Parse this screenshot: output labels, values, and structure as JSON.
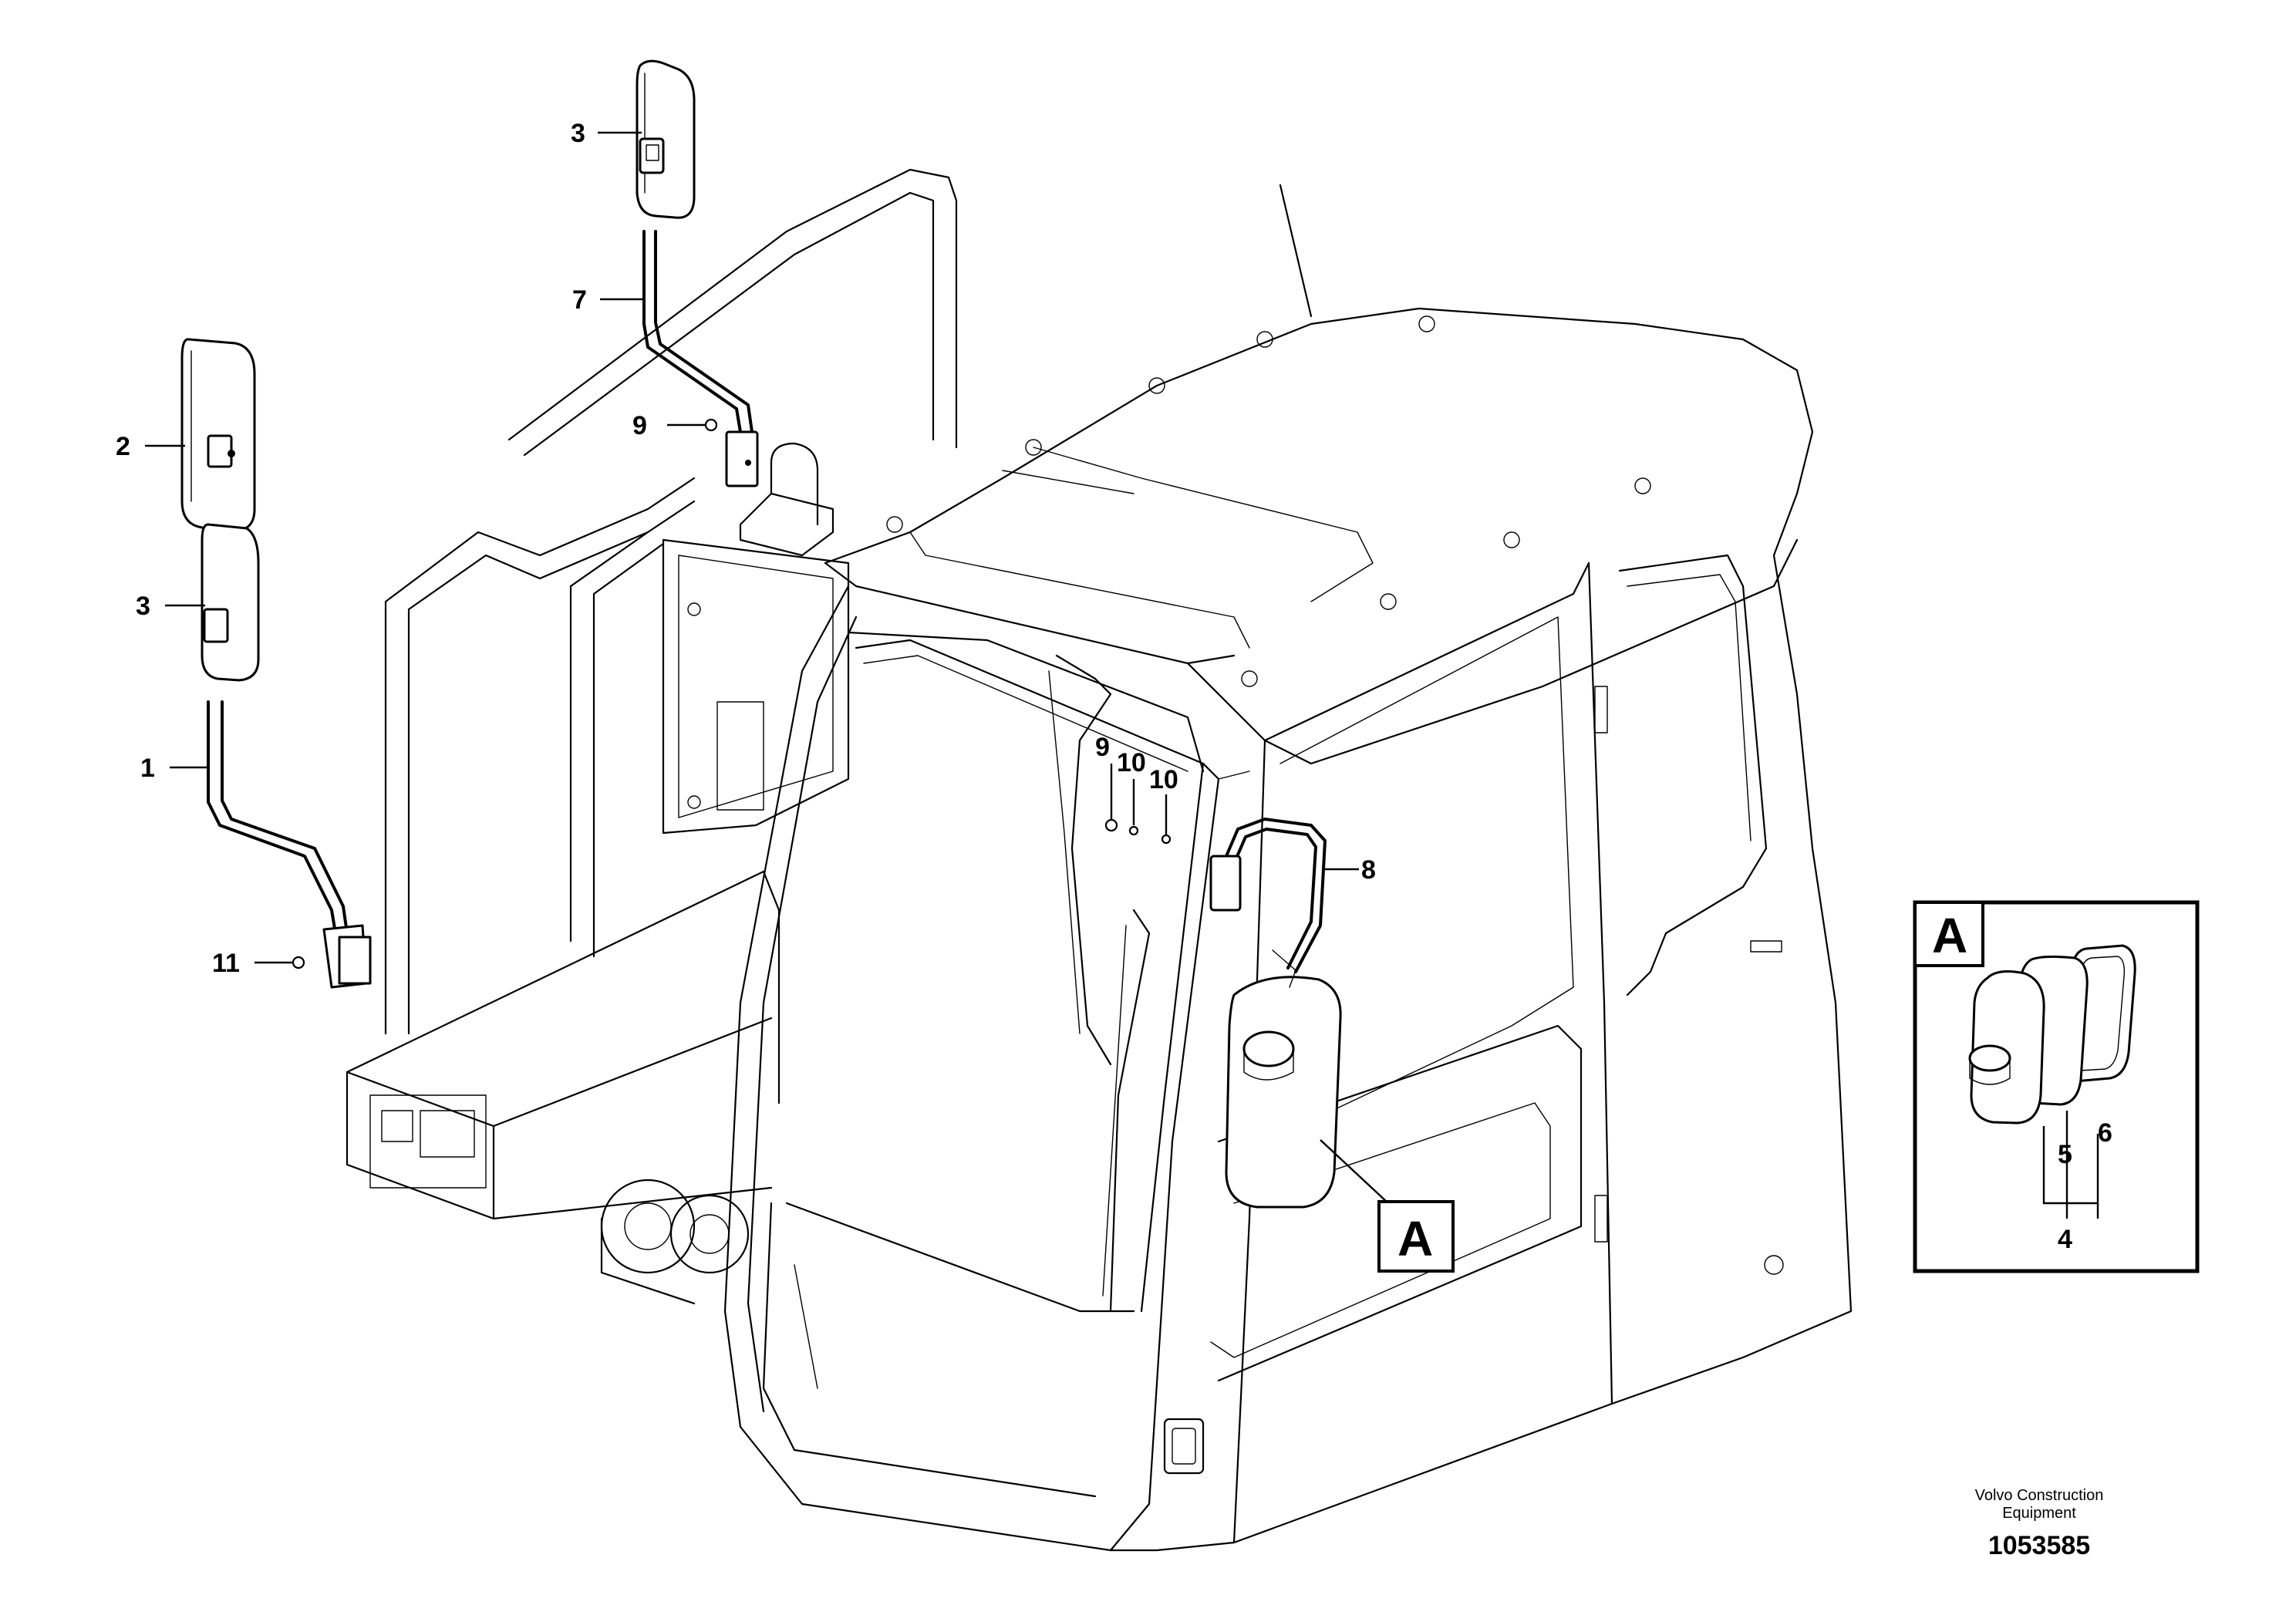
{
  "labels": {
    "l1": "1",
    "l2": "2",
    "l3a": "3",
    "l3b": "3",
    "l7": "7",
    "l9a": "9",
    "l9b": "9",
    "l10a": "10",
    "l10b": "10",
    "l8": "8",
    "l11": "11",
    "lA": "A",
    "l4": "4",
    "l5": "5",
    "l6": "6"
  },
  "detail": {
    "title_letter": "A"
  },
  "footer": {
    "company_line1": "Volvo Construction",
    "company_line2": "Equipment",
    "doc_number": "1053585"
  }
}
